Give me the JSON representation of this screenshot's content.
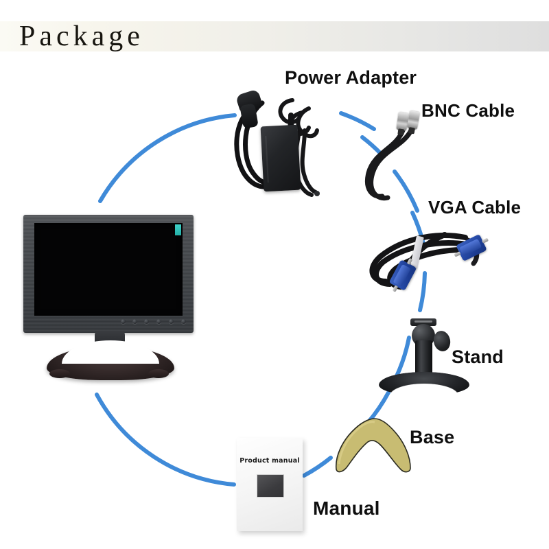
{
  "page": {
    "title": "Package",
    "background_color": "#ffffff",
    "header_band_colors": [
      "#fbfaf4",
      "#dedede"
    ]
  },
  "accent": {
    "arc_color": "#3f8ad8",
    "sticker_color": "#35c4bc",
    "base_gold": "#c8bc72",
    "vga_blue": "#2a4fae"
  },
  "labels": {
    "power_adapter": "Power Adapter",
    "bnc_cable": "BNC Cable",
    "vga_cable": "VGA Cable",
    "stand": "Stand",
    "base": "Base",
    "manual": "Manual"
  },
  "manual": {
    "cover_title": "Product manual"
  },
  "items": [
    {
      "name": "monitor",
      "label": ""
    },
    {
      "name": "power-adapter",
      "label": "Power Adapter"
    },
    {
      "name": "bnc-cable",
      "label": "BNC Cable"
    },
    {
      "name": "vga-cable",
      "label": "VGA Cable"
    },
    {
      "name": "stand",
      "label": "Stand"
    },
    {
      "name": "base",
      "label": "Base"
    },
    {
      "name": "manual",
      "label": "Manual"
    }
  ]
}
